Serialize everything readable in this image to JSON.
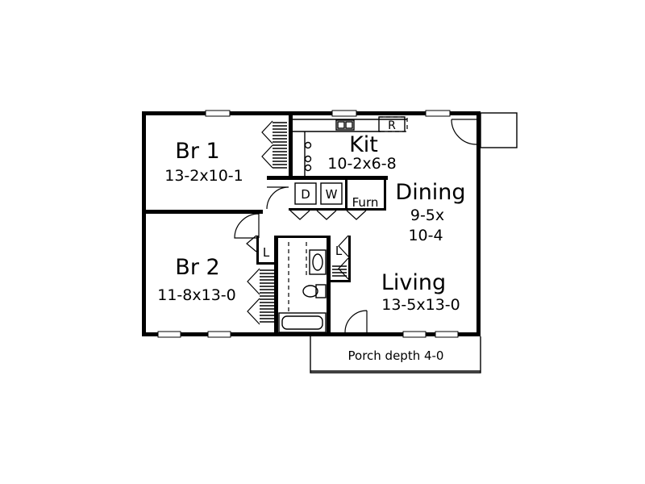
{
  "rooms": {
    "br1": {
      "name": "Br 1",
      "size": "13-2x10-1"
    },
    "br2": {
      "name": "Br 2",
      "size": "11-8x13-0"
    },
    "kit": {
      "name": "Kit",
      "size": "10-2x6-8"
    },
    "dining": {
      "name": "Dining",
      "size_line1": "9-5x",
      "size_line2": "10-4"
    },
    "living": {
      "name": "Living",
      "size": "13-5x13-0"
    }
  },
  "appliances": {
    "dryer": "D",
    "washer": "W",
    "furnace": "Furn",
    "refrigerator": "R",
    "linen_left": "L",
    "linen_right": "L"
  },
  "porch": {
    "label": "Porch depth 4-0"
  }
}
